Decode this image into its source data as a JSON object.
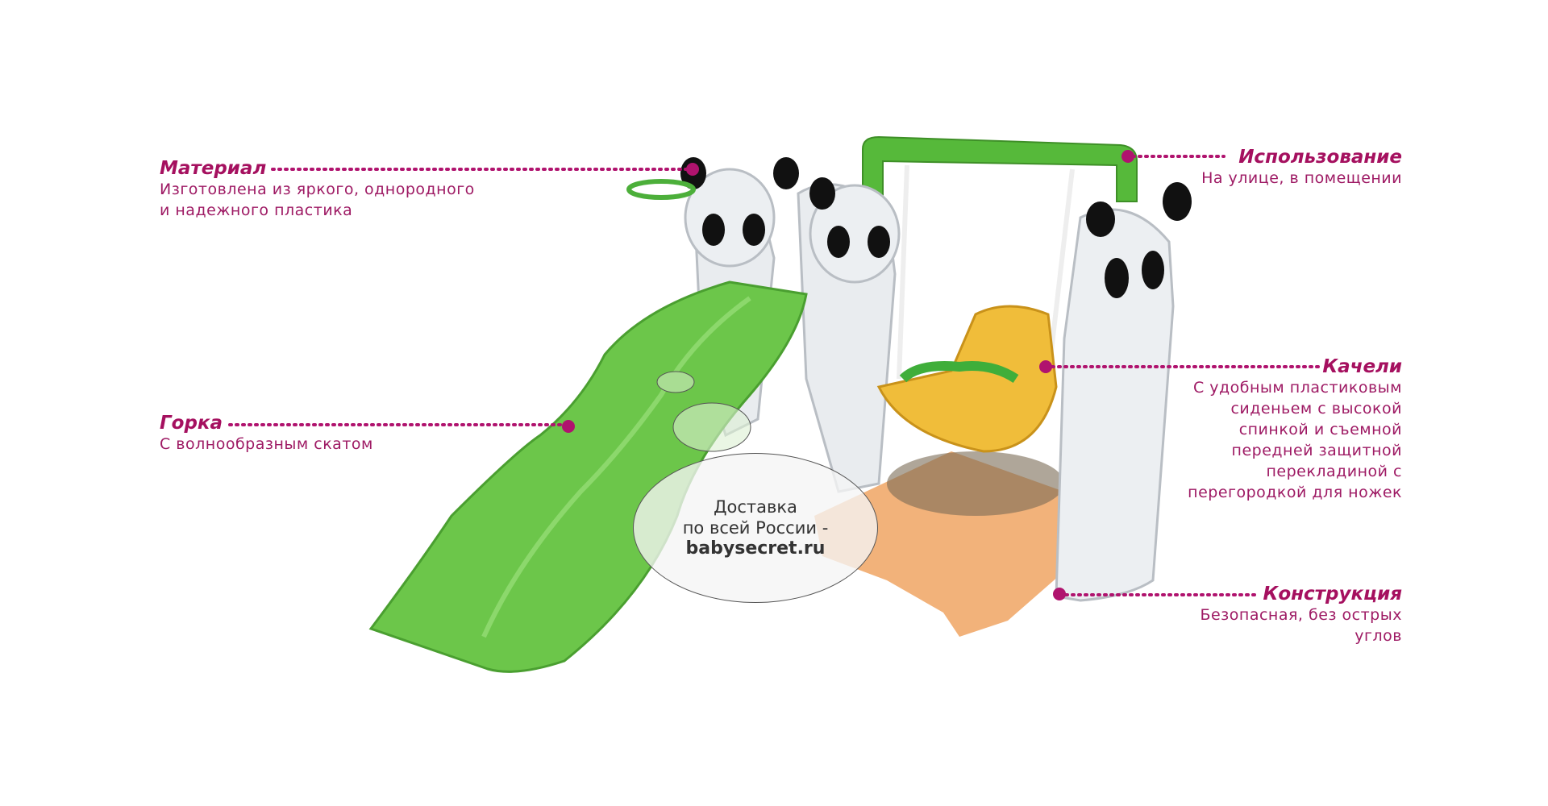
{
  "colors": {
    "accent": "#b0136e",
    "title": "#a5105f",
    "text": "#9e1a64"
  },
  "callouts": {
    "material": {
      "title": "Материал",
      "lines": [
        "Изготовлена из яркого, однородного",
        "и надежного пластика"
      ]
    },
    "slide": {
      "title": "Горка",
      "lines": [
        "С волнообразным скатом"
      ]
    },
    "usage": {
      "title": "Использование",
      "lines": [
        "На улице, в помещении"
      ]
    },
    "swing": {
      "title": "Качели",
      "lines": [
        "С удобным пластиковым",
        "сиденьем с высокой",
        "спинкой и съемной",
        "передней защитной",
        "перекладиной с",
        "перегородкой для ножек"
      ]
    },
    "construction": {
      "title": "Конструкция",
      "lines": [
        "Безопасная, без острых",
        "углов"
      ]
    }
  },
  "delivery": {
    "line1": "Доставка",
    "line2": "по всей России -",
    "site": "babysecret.ru"
  }
}
